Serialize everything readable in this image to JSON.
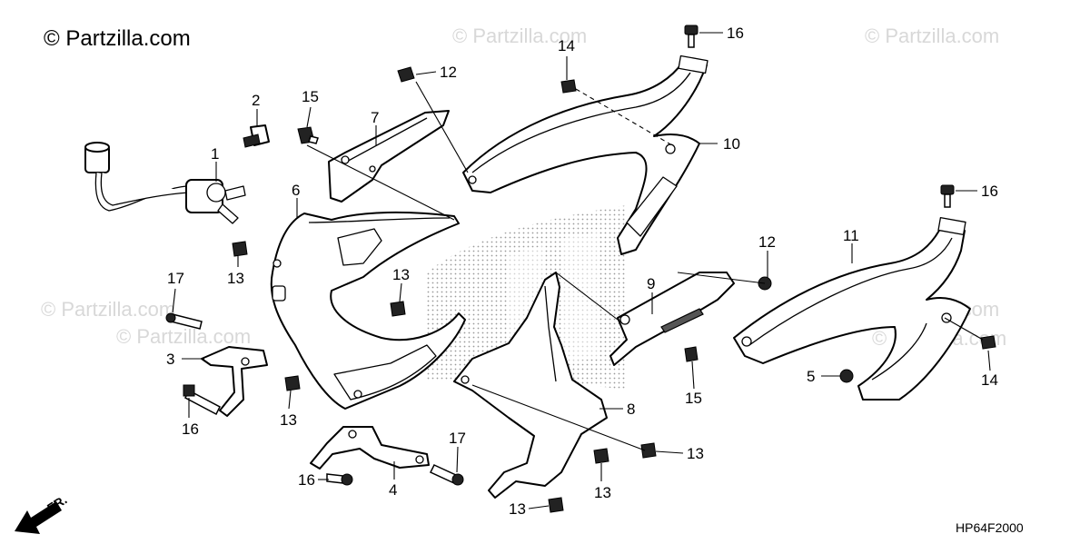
{
  "copyright": "© Partzilla.com",
  "watermark": "© Partzilla.com",
  "diagram_code": "HP64F2000",
  "direction_label": "FR.",
  "callouts": [
    "1",
    "2",
    "3",
    "4",
    "5",
    "6",
    "7",
    "8",
    "9",
    "10",
    "11",
    "12",
    "12",
    "13",
    "13",
    "13",
    "13",
    "13",
    "13",
    "13",
    "14",
    "14",
    "15",
    "15",
    "16",
    "16",
    "16",
    "16",
    "17",
    "17"
  ]
}
